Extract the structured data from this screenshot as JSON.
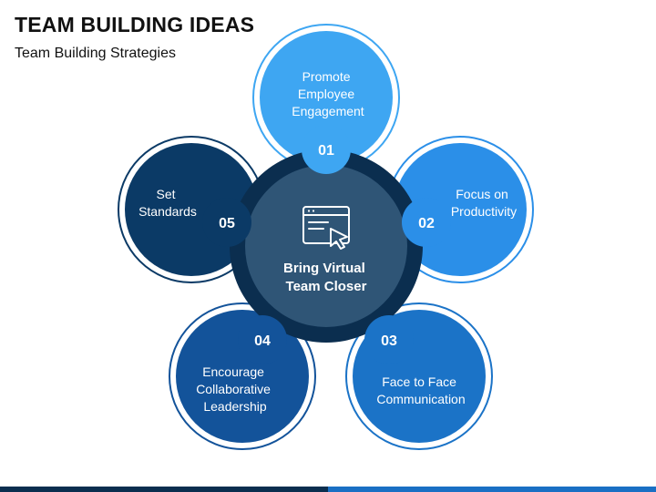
{
  "header": {
    "title": "TEAM BUILDING IDEAS",
    "subtitle": "Team Building Strategies"
  },
  "center": {
    "line1": "Bring Virtual",
    "line2": "Team Closer",
    "icon": "browser-cursor-icon"
  },
  "items": [
    {
      "number": "01",
      "lines": [
        "Promote",
        "Employee",
        "Engagement"
      ],
      "color": "#3ea6f2",
      "badge_color": "#3ea6f2"
    },
    {
      "number": "02",
      "lines": [
        "Focus on",
        "Productivity"
      ],
      "color": "#2b8fe8",
      "badge_color": "#2b8fe8"
    },
    {
      "number": "03",
      "lines": [
        "Face to Face",
        "Communication"
      ],
      "color": "#1b73c7",
      "badge_color": "#1b73c7"
    },
    {
      "number": "04",
      "lines": [
        "Encourage",
        "Collaborative",
        "Leadership"
      ],
      "color": "#13539a",
      "badge_color": "#13539a"
    },
    {
      "number": "05",
      "lines": [
        "Set",
        "Standards"
      ],
      "color": "#0b3a66",
      "badge_color": "#0b3a66"
    }
  ],
  "colors": {
    "center_ring": "#0b2e4f",
    "center_fill": "#2f5576",
    "text_light": "#ffffff"
  }
}
